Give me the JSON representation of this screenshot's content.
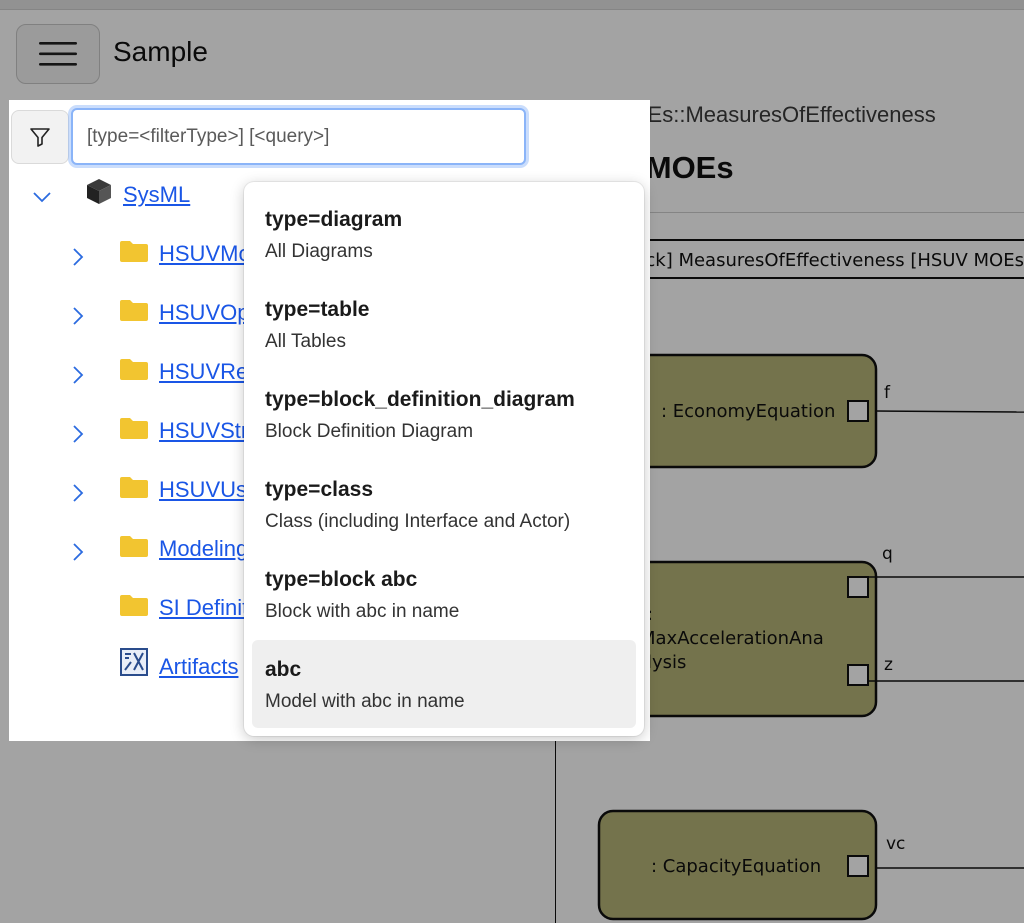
{
  "app": {
    "title": "Sample",
    "menu_icon": "hamburger-icon"
  },
  "main": {
    "breadcrumb": "HSUVMOEs::MeasuresOfEffectiveness",
    "title": "HSUV MOEs",
    "diagram": {
      "frame_label": "[Block] MeasuresOfEffectiveness [HSUV MOEs]",
      "parts": [
        {
          "label": ": EconomyEquation",
          "port": "f"
        },
        {
          "label_lines": [
            ":",
            "MaxAccelerationAna",
            "lysis"
          ],
          "ports": [
            "q",
            "z"
          ]
        },
        {
          "label": ": CapacityEquation",
          "port": "vc"
        }
      ],
      "colors": {
        "block_fill": "#b6b477",
        "stereotype_strip": "#ecec90"
      }
    }
  },
  "tree": {
    "filter_icon": "filter-icon",
    "filter_placeholder": "[type=<filterType>] [<query>]",
    "root": {
      "label": "SysML",
      "icon": "package-icon",
      "expanded": true
    },
    "items": [
      {
        "label": "HSUVModel",
        "expandable": true,
        "icon": "folder-icon"
      },
      {
        "label": "HSUVOperationalView",
        "expandable": true,
        "icon": "folder-icon"
      },
      {
        "label": "HSUVRequirements",
        "expandable": true,
        "icon": "folder-icon"
      },
      {
        "label": "HSUVStructure",
        "expandable": true,
        "icon": "folder-icon"
      },
      {
        "label": "HSUVUseCases",
        "expandable": true,
        "icon": "folder-icon"
      },
      {
        "label": "ModelingDomain",
        "expandable": true,
        "icon": "folder-icon"
      },
      {
        "label": "SI Definitions",
        "expandable": false,
        "icon": "folder-icon"
      },
      {
        "label": "Artifacts",
        "expandable": false,
        "icon": "artifact-icon"
      }
    ]
  },
  "suggestions": [
    {
      "key": "type=diagram",
      "desc": "All Diagrams"
    },
    {
      "key": "type=table",
      "desc": "All Tables"
    },
    {
      "key": "type=block_definition_diagram",
      "desc": "Block Definition Diagram"
    },
    {
      "key": "type=class",
      "desc": "Class (including Interface and Actor)"
    },
    {
      "key": "type=block abc",
      "desc": "Block with abc in name"
    },
    {
      "key": "abc",
      "desc": "Model with abc in name",
      "active": true
    }
  ],
  "colors": {
    "link": "#1a56e6",
    "folder": "#f2c530",
    "focus_ring": "#8ab4f8"
  }
}
